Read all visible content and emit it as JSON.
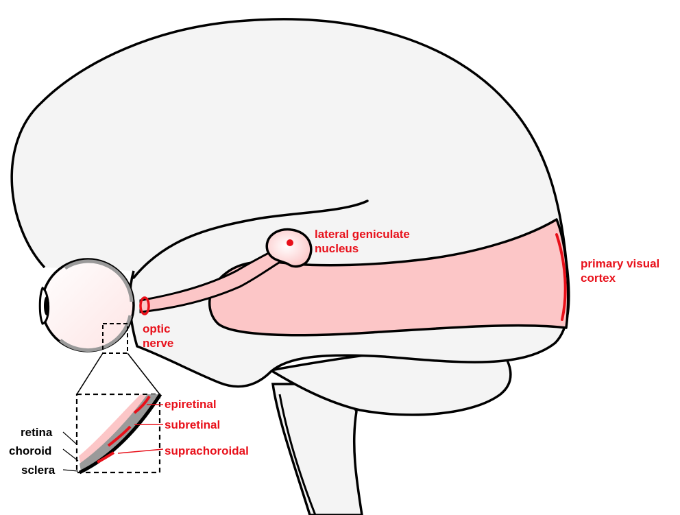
{
  "labels": {
    "lgn": [
      "lateral geniculate",
      "nucleus"
    ],
    "cortex": [
      "primary visual",
      "cortex"
    ],
    "optic": [
      "optic",
      "nerve"
    ],
    "epiretinal": "epiretinal",
    "subretinal": "subretinal",
    "suprachoroidal": "suprachoroidal",
    "retina": "retina",
    "choroid": "choroid",
    "sclera": "sclera"
  },
  "colors": {
    "highlight": "#e8101a",
    "pathway_fill": "#fcc6c7",
    "brain_fill": "#f4f4f4",
    "outline": "#000000",
    "choroid_gray": "#9a9a9a"
  }
}
